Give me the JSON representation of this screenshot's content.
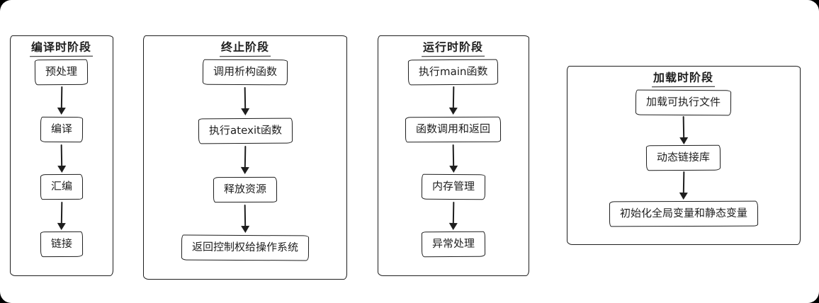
{
  "diagram": {
    "colors": {
      "stroke": "#1e1e1e",
      "canvas_background": "#ffffff",
      "frame_background": "#000000"
    },
    "groups": [
      {
        "title": "编译时阶段",
        "nodes": [
          "预处理",
          "编译",
          "汇编",
          "链接"
        ]
      },
      {
        "title": "终止阶段",
        "nodes": [
          "调用析构函数",
          "执行atexit函数",
          "释放资源",
          "返回控制权给操作系统"
        ]
      },
      {
        "title": "运行时阶段",
        "nodes": [
          "执行main函数",
          "函数调用和返回",
          "内存管理",
          "异常处理"
        ]
      },
      {
        "title": "加载时阶段",
        "nodes": [
          "加载可执行文件",
          "动态链接库",
          "初始化全局变量和静态变量"
        ]
      }
    ]
  }
}
